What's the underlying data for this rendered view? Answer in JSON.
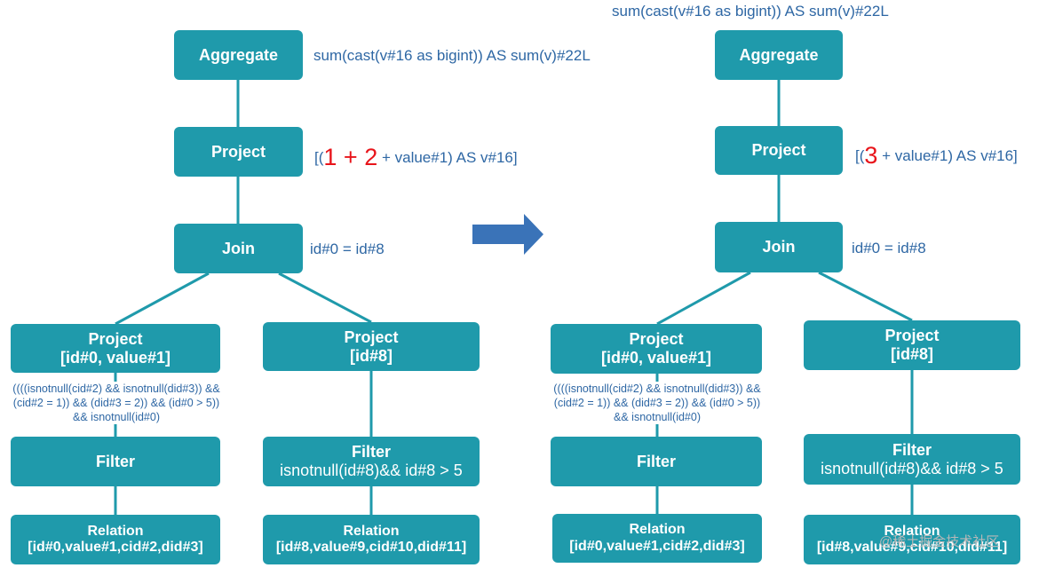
{
  "left": {
    "aggregate": {
      "label": "Aggregate",
      "expr": "sum(cast(v#16 as bigint)) AS sum(v)#22L"
    },
    "project_top": {
      "label": "Project",
      "expr_prefix": "[(",
      "expr_a": "1",
      "expr_plus": " + ",
      "expr_b": "2",
      "expr_suffix": " + value#1) AS v#16]"
    },
    "join": {
      "label": "Join",
      "expr": "id#0 = id#8"
    },
    "project_left": {
      "title": "Project",
      "cols": "[id#0, value#1]"
    },
    "project_right": {
      "title": "Project",
      "cols": "[id#8]"
    },
    "condition": {
      "line1": "((((isnotnull(cid#2) && isnotnull(did#3)) &&",
      "line2": "(cid#2 = 1)) && (did#3 = 2)) && (id#0 > 5))",
      "line3": "&& isnotnull(id#0)"
    },
    "filter_left": {
      "label": "Filter"
    },
    "filter_right": {
      "title": "Filter",
      "expr": "isnotnull(id#8)&& id#8 > 5"
    },
    "relation_left": {
      "title": "Relation",
      "cols": "[id#0,value#1,cid#2,did#3]"
    },
    "relation_right": {
      "title": "Relation",
      "cols": "[id#8,value#9,cid#10,did#11]"
    }
  },
  "right": {
    "aggregate": {
      "label": "Aggregate",
      "expr": "sum(cast(v#16 as bigint)) AS sum(v)#22L"
    },
    "project_top": {
      "label": "Project",
      "expr_prefix": "[(",
      "expr_a": "3",
      "expr_suffix": " + value#1) AS v#16]"
    },
    "join": {
      "label": "Join",
      "expr": "id#0 = id#8"
    },
    "project_left": {
      "title": "Project",
      "cols": "[id#0, value#1]"
    },
    "project_right": {
      "title": "Project",
      "cols": "[id#8]"
    },
    "condition": {
      "line1": "((((isnotnull(cid#2) && isnotnull(did#3)) &&",
      "line2": "(cid#2 = 1)) && (did#3 = 2)) && (id#0 > 5))",
      "line3": "&& isnotnull(id#0)"
    },
    "filter_left": {
      "label": "Filter"
    },
    "filter_right": {
      "title": "Filter",
      "expr": "isnotnull(id#8)&& id#8 > 5"
    },
    "relation_left": {
      "title": "Relation",
      "cols": "[id#0,value#1,cid#2,did#3]"
    },
    "relation_right": {
      "title": "Relation",
      "cols": "[id#8,value#9,cid#10,did#11]"
    }
  },
  "watermark": "@稀土掘金技术社区",
  "colors": {
    "node_fill": "#1f9aab",
    "annotation_text": "#2e67a4",
    "highlight": "#e8141a",
    "arrow": "#3a73b8"
  }
}
